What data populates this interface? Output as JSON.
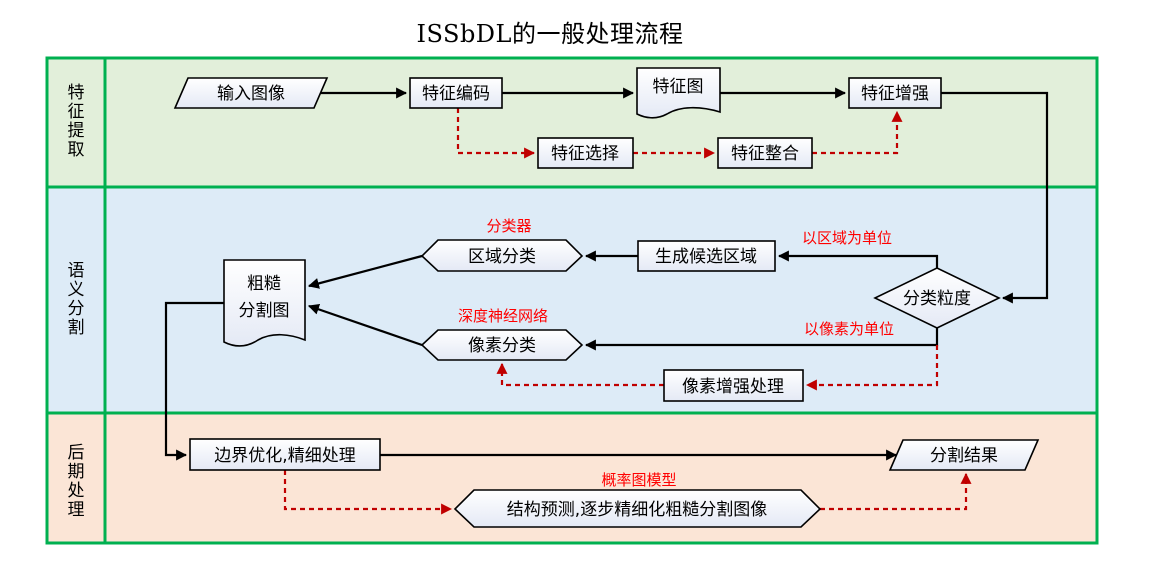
{
  "title": "ISSbDL的一般处理流程",
  "colors": {
    "lane_border": "#00B050",
    "lane_feature_bg": "#E2EFDA",
    "lane_semantic_bg": "#DDEBF7",
    "lane_post_bg": "#FBE5D6",
    "solid_flow": "#000000",
    "dashed_flow": "#C00000",
    "annotation": "#FF0000"
  },
  "lanes": [
    {
      "id": "feature",
      "label": [
        "特",
        "征",
        "提",
        "取"
      ]
    },
    {
      "id": "semantic",
      "label": [
        "语",
        "义",
        "分",
        "割"
      ]
    },
    {
      "id": "post",
      "label": [
        "后",
        "期",
        "处",
        "理"
      ]
    }
  ],
  "nodes": {
    "input_image": {
      "label": "输入图像",
      "shape": "data-parallelogram"
    },
    "feature_encoding": {
      "label": "特征编码",
      "shape": "process"
    },
    "feature_map": {
      "label": "特征图",
      "shape": "document"
    },
    "feature_enhance": {
      "label": "特征增强",
      "shape": "process"
    },
    "feature_select": {
      "label": "特征选择",
      "shape": "process"
    },
    "feature_integrate": {
      "label": "特征整合",
      "shape": "process"
    },
    "region_classify": {
      "label": "区域分类",
      "shape": "preparation"
    },
    "gen_candidate": {
      "label": "生成候选区域",
      "shape": "process"
    },
    "granularity": {
      "label": "分类粒度",
      "shape": "decision"
    },
    "coarse_map": {
      "label": [
        "粗糙",
        "分割图"
      ],
      "shape": "document"
    },
    "pixel_classify": {
      "label": "像素分类",
      "shape": "preparation"
    },
    "pixel_enhance": {
      "label": "像素增强处理",
      "shape": "process"
    },
    "boundary_opt": {
      "label": "边界优化,精细处理",
      "shape": "process"
    },
    "seg_result": {
      "label": "分割结果",
      "shape": "data-parallelogram"
    },
    "struct_predict": {
      "label": "结构预测,逐步精细化粗糙分割图像",
      "shape": "preparation"
    }
  },
  "annotations": {
    "classifier": "分类器",
    "dnn": "深度神经网络",
    "by_region": "以区域为单位",
    "by_pixel": "以像素为单位",
    "prob_graph": "概率图模型"
  },
  "edges": [
    {
      "from": "input_image",
      "to": "feature_encoding",
      "style": "solid"
    },
    {
      "from": "feature_encoding",
      "to": "feature_map",
      "style": "solid"
    },
    {
      "from": "feature_map",
      "to": "feature_enhance",
      "style": "solid"
    },
    {
      "from": "feature_encoding",
      "to": "feature_select",
      "style": "dashed"
    },
    {
      "from": "feature_select",
      "to": "feature_integrate",
      "style": "dashed"
    },
    {
      "from": "feature_integrate",
      "to": "feature_enhance",
      "style": "dashed"
    },
    {
      "from": "feature_enhance",
      "to": "granularity",
      "style": "solid"
    },
    {
      "from": "granularity",
      "to": "gen_candidate",
      "style": "solid",
      "label": "by_region"
    },
    {
      "from": "gen_candidate",
      "to": "region_classify",
      "style": "solid"
    },
    {
      "from": "region_classify",
      "to": "coarse_map",
      "style": "solid"
    },
    {
      "from": "granularity",
      "to": "pixel_classify",
      "style": "solid",
      "label": "by_pixel"
    },
    {
      "from": "granularity",
      "to": "pixel_enhance",
      "style": "dashed"
    },
    {
      "from": "pixel_enhance",
      "to": "pixel_classify",
      "style": "dashed"
    },
    {
      "from": "pixel_classify",
      "to": "coarse_map",
      "style": "solid"
    },
    {
      "from": "coarse_map",
      "to": "boundary_opt",
      "style": "solid"
    },
    {
      "from": "boundary_opt",
      "to": "seg_result",
      "style": "solid"
    },
    {
      "from": "boundary_opt",
      "to": "struct_predict",
      "style": "dashed"
    },
    {
      "from": "struct_predict",
      "to": "seg_result",
      "style": "dashed"
    }
  ]
}
